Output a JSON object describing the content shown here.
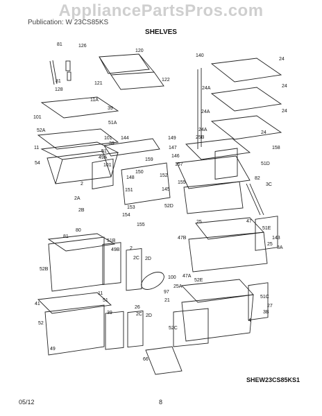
{
  "watermark": "AppliancePartsPros.com",
  "header": {
    "model": "Publication: W 23CS85KS",
    "section_title": "SHELVES"
  },
  "diagram_code": "SHEW23CS85KS1",
  "footer": {
    "date": "05/12",
    "page_number": "8"
  },
  "callouts": [
    "81",
    "126",
    "120",
    "81",
    "128",
    "121",
    "122",
    "140",
    "24",
    "24A",
    "24",
    "24A",
    "24",
    "24A",
    "24",
    "11A",
    "39",
    "101",
    "51A",
    "52A",
    "101",
    "11",
    "39",
    "51",
    "49A",
    "54",
    "101",
    "144",
    "149",
    "147",
    "146",
    "159",
    "148",
    "150",
    "152",
    "157",
    "25B",
    "158",
    "51D",
    "82",
    "3C",
    "2",
    "2A",
    "2B",
    "151",
    "145",
    "153",
    "154",
    "155",
    "155",
    "52D",
    "80",
    "81",
    "51B",
    "49B",
    "52B",
    "41",
    "11",
    "51",
    "52",
    "49",
    "39",
    "2",
    "2C",
    "2D",
    "100",
    "97",
    "21",
    "26",
    "2C",
    "2D",
    "66",
    "25",
    "47",
    "47B",
    "51E",
    "143",
    "25",
    "3A",
    "47A",
    "52E",
    "25A",
    "51C",
    "27",
    "3B",
    "52C",
    "4"
  ]
}
